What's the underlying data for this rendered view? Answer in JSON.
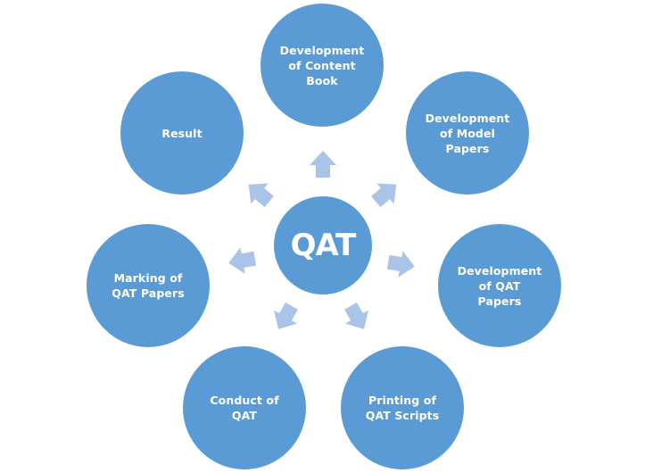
{
  "diagram": {
    "type": "radial-cycle",
    "center": {
      "label": "QAT"
    },
    "nodes": [
      {
        "id": "content-book",
        "label": "Development\nof Content\nBook"
      },
      {
        "id": "model-papers",
        "label": "Development\nof Model\nPapers"
      },
      {
        "id": "qat-papers",
        "label": "Development\nof QAT\nPapers"
      },
      {
        "id": "printing",
        "label": "Printing of\nQAT Scripts"
      },
      {
        "id": "conduct",
        "label": "Conduct of\nQAT"
      },
      {
        "id": "marking",
        "label": "Marking of\nQAT Papers"
      },
      {
        "id": "result",
        "label": "Result"
      }
    ],
    "colors": {
      "node_fill": "#5b9bd5",
      "arrow_fill": "#a9c4e6",
      "text": "#ffffff",
      "background": "#ffffff"
    }
  }
}
